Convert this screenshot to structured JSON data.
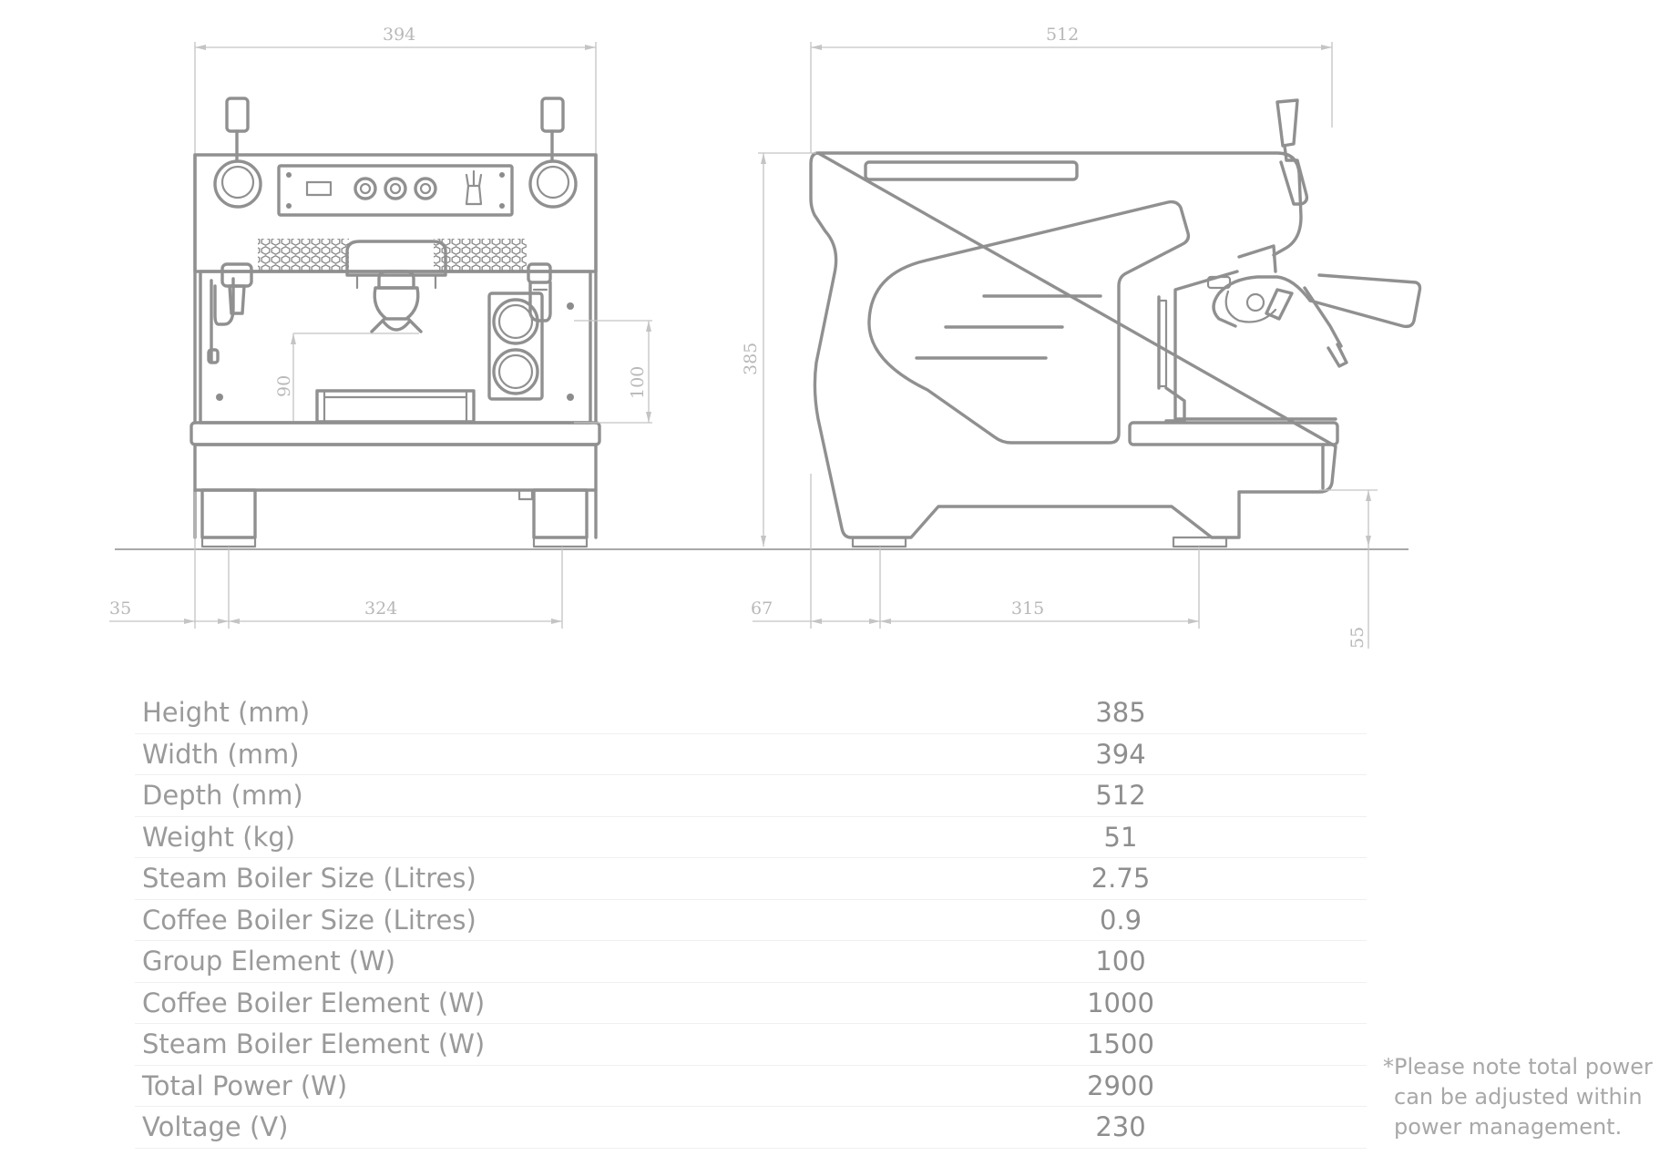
{
  "drawing": {
    "dimensions": {
      "front_width": "394",
      "front_foot_offset": "35",
      "front_foot_span": "324",
      "front_cup_clearance": "90",
      "front_side_clearance": "100",
      "side_depth": "512",
      "side_height": "385",
      "side_foot_offset": "67",
      "side_foot_span": "315",
      "side_drip_height": "55"
    }
  },
  "specs": {
    "rows": [
      {
        "label": "Height (mm)",
        "value": "385"
      },
      {
        "label": "Width (mm)",
        "value": "394"
      },
      {
        "label": "Depth (mm)",
        "value": "512"
      },
      {
        "label": "Weight (kg)",
        "value": "51"
      },
      {
        "label": "Steam Boiler Size (Litres)",
        "value": "2.75"
      },
      {
        "label": "Coffee Boiler Size (Litres)",
        "value": "0.9"
      },
      {
        "label": "Group Element (W)",
        "value": "100"
      },
      {
        "label": "Coffee Boiler Element (W)",
        "value": "1000"
      },
      {
        "label": "Steam Boiler Element (W)",
        "value": "1500"
      },
      {
        "label": "Total Power (W)",
        "value": "2900"
      },
      {
        "label": "Voltage (V)",
        "value": "230"
      }
    ]
  },
  "footnote": {
    "line1": "*Please note total power",
    "line2": "can be adjusted within",
    "line3": "power management."
  }
}
